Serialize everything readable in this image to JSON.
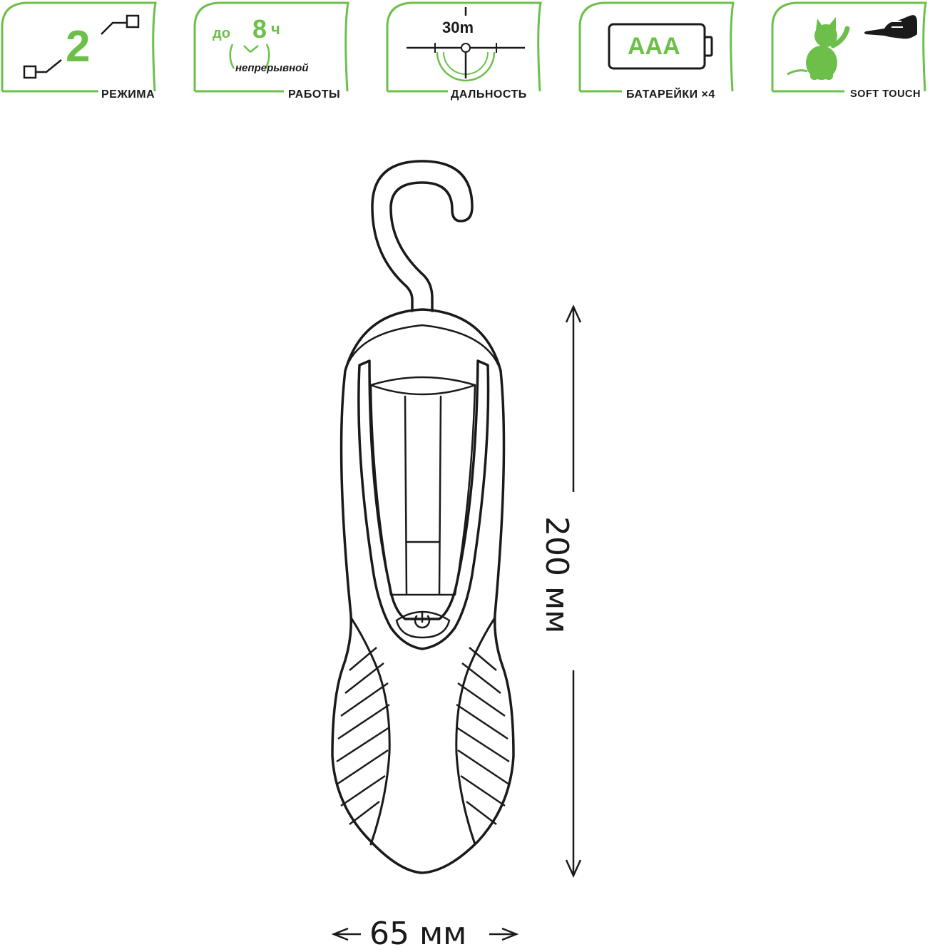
{
  "colors": {
    "accent": "#6cc04a",
    "stroke": "#1a1a1a"
  },
  "features": {
    "modes": {
      "number": "2",
      "label": "РЕЖИМА",
      "icon": "mode-switch-icon"
    },
    "runtime": {
      "prefix": "до",
      "hours": "8",
      "unit": "ч",
      "note": "непрерывной",
      "label": "РАБОТЫ",
      "icon": "clock-icon"
    },
    "range": {
      "value": "30m",
      "label": "ДАЛЬНОСТЬ",
      "icon": "crosshair-icon"
    },
    "battery": {
      "type": "AAA",
      "label": "БАТАРЕЙКИ ×4",
      "icon": "battery-icon"
    },
    "soft_touch": {
      "label": "SOFT TOUCH",
      "icon": "kitten-icon",
      "icon2": "pointing-hand-icon"
    }
  },
  "dimensions": {
    "height": "200 мм",
    "width": "65 мм"
  }
}
